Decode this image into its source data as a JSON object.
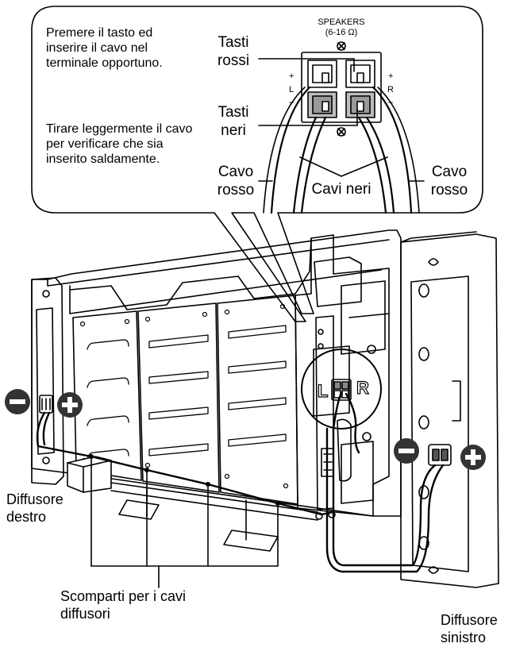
{
  "callout": {
    "instruction_1": "Premere il tasto ed inserire il cavo nel terminale opportuno.",
    "instruction_2": "Tirare leggermente il cavo per verificare che sia inserito saldamente.",
    "red_buttons_line1": "Tasti",
    "red_buttons_line2": "rossi",
    "black_buttons_line1": "Tasti",
    "black_buttons_line2": "neri",
    "speakers_title": "SPEAKERS",
    "speakers_impedance": "(6-16 Ω)",
    "left_plus": "+",
    "left_letter": "L",
    "left_minus": "–",
    "right_plus": "+",
    "right_letter": "R",
    "right_minus": "–",
    "red_cable_left_line1": "Cavo",
    "red_cable_left_line2": "rosso",
    "black_cables": "Cavi neri",
    "red_cable_right_line1": "Cavo",
    "red_cable_right_line2": "rosso"
  },
  "panel": {
    "terminal_L": "L",
    "terminal_R": "R"
  },
  "labels": {
    "right_speaker_line1": "Diffusore",
    "right_speaker_line2": "destro",
    "compartments_line1": "Scomparti per i cavi",
    "compartments_line2": "diffusori",
    "left_speaker_line1": "Diffusore",
    "left_speaker_line2": "sinistro"
  }
}
